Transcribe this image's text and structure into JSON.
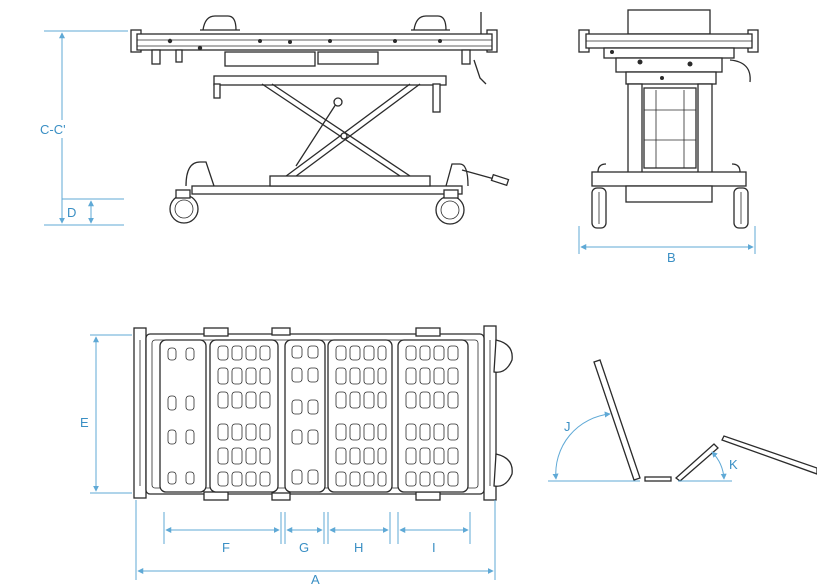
{
  "labels": {
    "cc": "C-C'",
    "d": "D",
    "b": "B",
    "e": "E",
    "f": "F",
    "g": "G",
    "h": "H",
    "i": "I",
    "a": "A",
    "j": "J",
    "k": "K"
  },
  "colors": {
    "dimension": "#5fa9d6",
    "label": "#3a8fc4",
    "drawing": "#2b2b2b"
  }
}
